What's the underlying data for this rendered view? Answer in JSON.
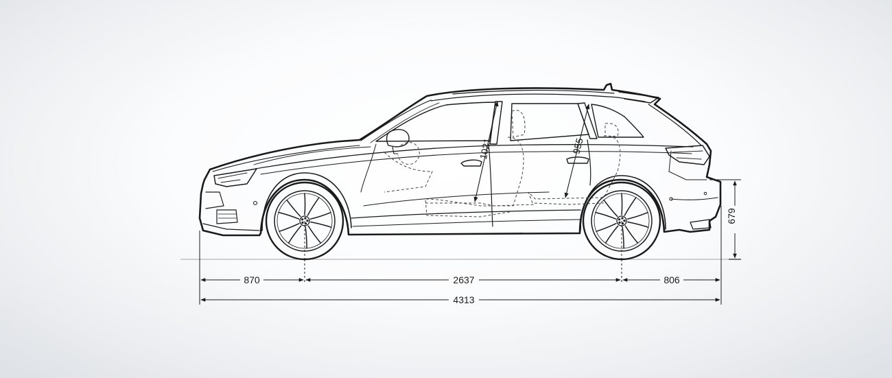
{
  "dimensions": {
    "front_overhang": "870",
    "wheelbase": "2637",
    "rear_overhang": "806",
    "overall_length": "4313",
    "ground_clearance_height": "679",
    "front_headroom": "1021",
    "rear_headroom": "955"
  },
  "colors": {
    "line": "#1a1a1a",
    "ground": "#cfcfcf"
  }
}
